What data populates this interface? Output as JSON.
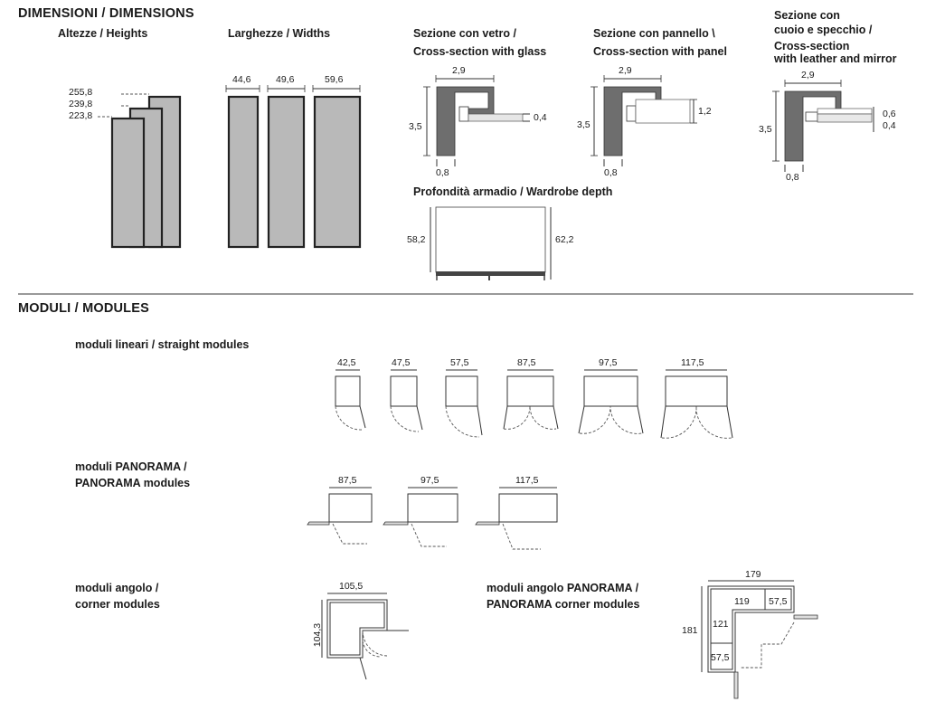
{
  "sections": {
    "dimensions": "DIMENSIONI / DIMENSIONS",
    "modules": "MODULI  / MODULES"
  },
  "heights": {
    "title": "Altezze  / Heights",
    "values": [
      "255,8",
      "239,8",
      "223,8"
    ]
  },
  "widths": {
    "title": "Larghezze / Widths",
    "values": [
      "44,6",
      "49,6",
      "59,6"
    ]
  },
  "glass": {
    "title1": "Sezione con vetro /",
    "title2": "Cross-section with glass",
    "w": "2,9",
    "h": "3,5",
    "d": "0,8",
    "t": "0,4"
  },
  "panel": {
    "title1": "Sezione con pannello \\",
    "title2": "Cross-section with panel",
    "w": "2,9",
    "h": "3,5",
    "d": "0,8",
    "t": "1,2"
  },
  "leather": {
    "title1": "Sezione con",
    "title2": "cuoio e specchio /",
    "title3": "Cross-section",
    "title4": "with leather and mirror",
    "w": "2,9",
    "h": "3,5",
    "d": "0,8",
    "t1": "0,6",
    "t2": "0,4"
  },
  "depth": {
    "title": "Profondità armadio / Wardrobe depth",
    "left": "58,2",
    "right": "62,2"
  },
  "straight": {
    "title": "moduli lineari /  straight modules",
    "values": [
      "42,5",
      "47,5",
      "57,5",
      "87,5",
      "97,5",
      "117,5"
    ]
  },
  "panorama": {
    "title1": "moduli PANORAMA /",
    "title2": "PANORAMA modules",
    "values": [
      "87,5",
      "97,5",
      "117,5"
    ]
  },
  "corner": {
    "title1": "moduli angolo /",
    "title2": "corner modules",
    "w": "105,5",
    "h": "104,3"
  },
  "corner_panorama": {
    "title1": "moduli angolo PANORAMA /",
    "title2": "PANORAMA corner modules",
    "w": "179",
    "h": "181",
    "a": "119",
    "b": "57,5",
    "c": "121",
    "d": "57,5"
  }
}
